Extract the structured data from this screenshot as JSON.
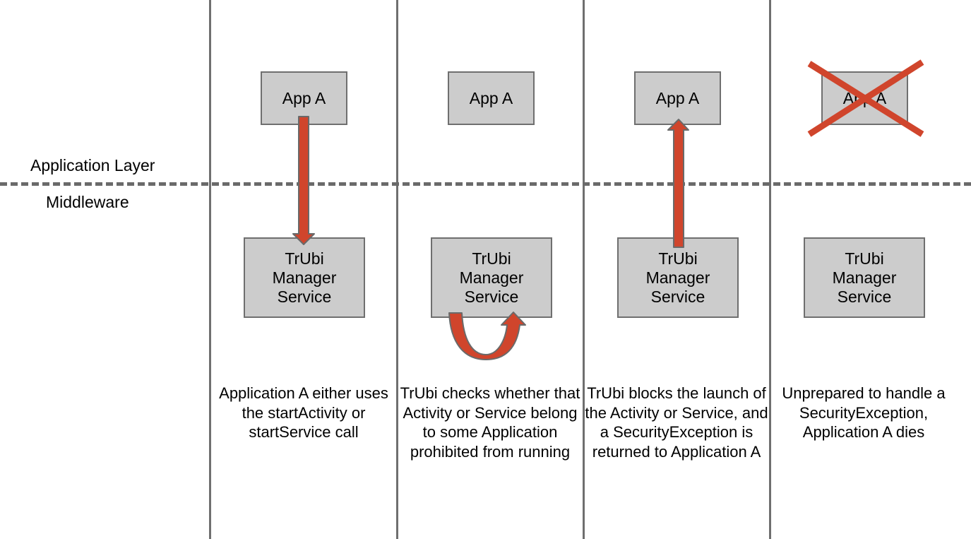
{
  "layers": {
    "upper": "Application Layer",
    "lower": "Middleware"
  },
  "steps": [
    {
      "app_label": "App A",
      "service_lines": [
        "TrUbi",
        "Manager",
        "Service"
      ],
      "caption": "Application A either uses the startActivity or startService call"
    },
    {
      "app_label": "App A",
      "service_lines": [
        "TrUbi",
        "Manager",
        "Service"
      ],
      "caption": "TrUbi checks whether that Activity or Service belong to some Application prohibited from running"
    },
    {
      "app_label": "App A",
      "service_lines": [
        "TrUbi",
        "Manager",
        "Service"
      ],
      "caption": "TrUbi blocks the launch of the Activity or Service, and a SecurityException is returned to Application A"
    },
    {
      "app_label": "App A",
      "service_lines": [
        "TrUbi",
        "Manager",
        "Service"
      ],
      "caption": "Unprepared to handle a SecurityException, Application A dies"
    }
  ],
  "colors": {
    "arrow": "#d0452c",
    "arrow_outline": "#6a6a6a",
    "box_fill": "#cccccc",
    "box_border": "#6f6f6f",
    "divider": "#6a6a6a"
  },
  "icons": {
    "app_killed": "cross-out-icon",
    "call_arrow": "arrow-down-icon",
    "check_arrow": "loop-arrow-icon",
    "return_arrow": "arrow-up-icon"
  }
}
